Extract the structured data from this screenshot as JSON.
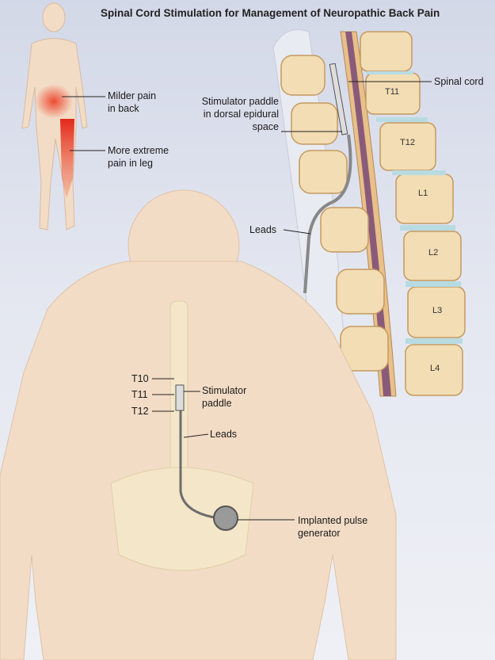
{
  "title": "Spinal Cord Stimulation for Management of Neuropathic Back Pain",
  "small_figure": {
    "back_pain": [
      "Milder pain",
      "in back"
    ],
    "leg_pain": [
      "More extreme",
      "pain in leg"
    ]
  },
  "cross_section": {
    "spinal_cord": "Spinal cord",
    "paddle": [
      "Stimulator paddle",
      "in dorsal epidural",
      "space"
    ],
    "leads": "Leads",
    "vertebrae": [
      "T11",
      "T12",
      "L1",
      "L2",
      "L3",
      "L4"
    ]
  },
  "back_view": {
    "levels": [
      "T10",
      "T11",
      "T12"
    ],
    "paddle": [
      "Stimulator",
      "paddle"
    ],
    "leads": "Leads",
    "generator": [
      "Implanted pulse",
      "generator"
    ]
  },
  "colors": {
    "skin": "#f3dcc6",
    "bone": "#f2ddb4",
    "pain": "#e8321e",
    "cord": "#c98a5a",
    "lead": "#777777"
  }
}
